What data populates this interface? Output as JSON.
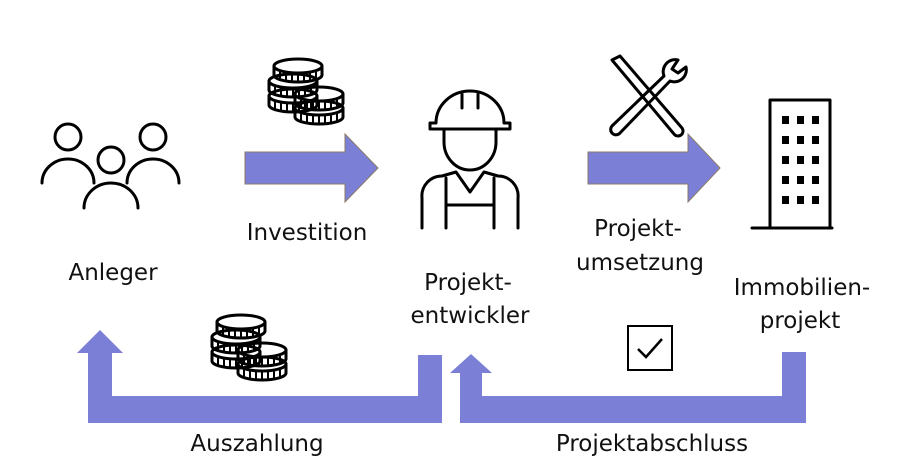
{
  "colors": {
    "arrow": "#7b80d6",
    "arrow_edge": "#8a7a6a",
    "icon": "#000000"
  },
  "nodes": {
    "investor": {
      "label": "Anleger",
      "icon": "people-icon"
    },
    "developer": {
      "label_line1": "Projekt-",
      "label_line2": "entwickler",
      "icon": "construction-worker-icon"
    },
    "property": {
      "label_line1": "Immobilien-",
      "label_line2": "projekt",
      "icon": "building-icon"
    }
  },
  "flows": {
    "investment": {
      "label": "Investition",
      "icon": "coins-icon"
    },
    "implementation": {
      "label_line1": "Projekt-",
      "label_line2": "umsetzung",
      "icon": "tools-icon"
    },
    "payout": {
      "label": "Auszahlung",
      "icon": "coins-icon"
    },
    "completion": {
      "label": "Projektabschluss",
      "icon": "checkbox-icon"
    }
  }
}
